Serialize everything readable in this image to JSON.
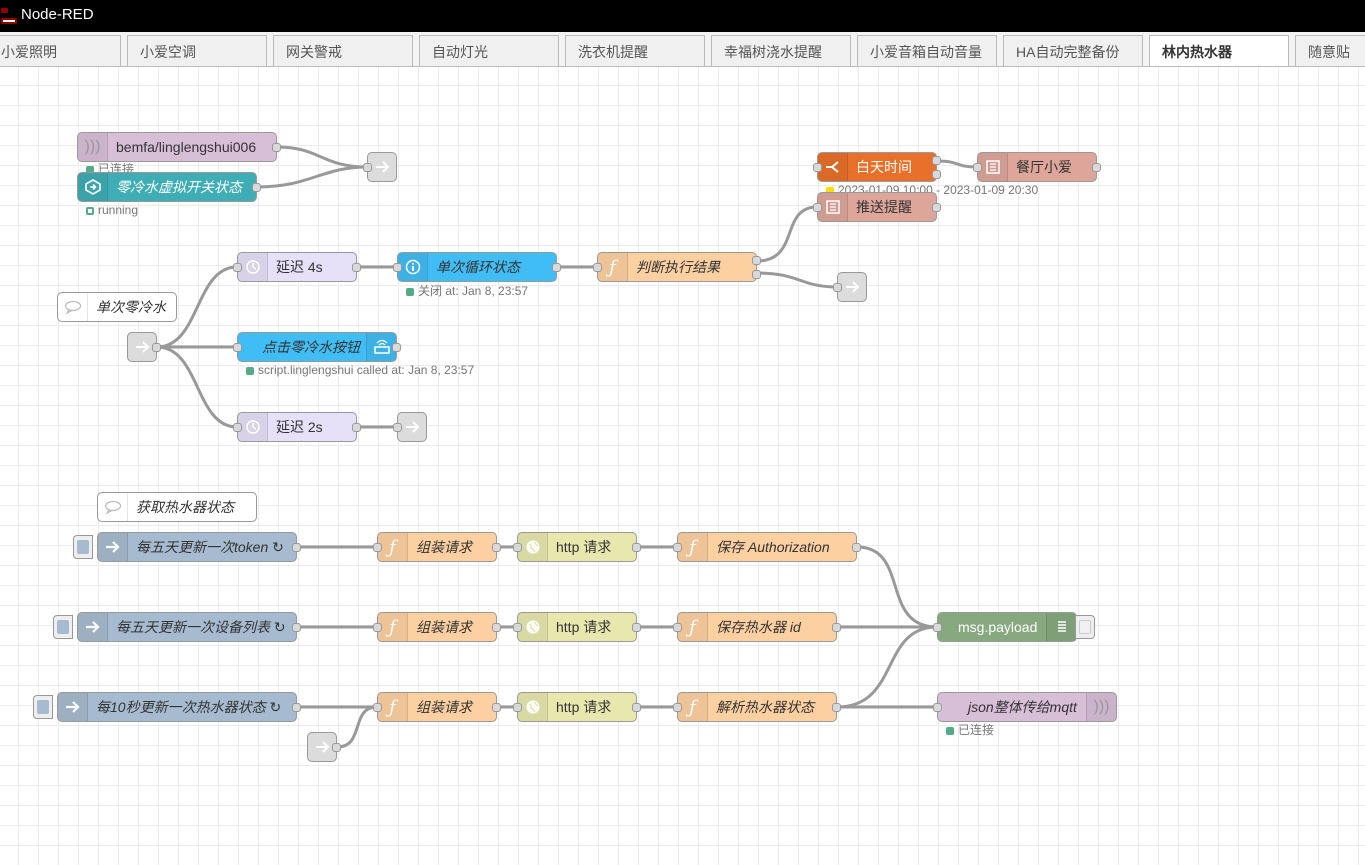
{
  "app": {
    "title": "Node-RED"
  },
  "tabs": [
    {
      "label": "小爱照明"
    },
    {
      "label": "小爱空调"
    },
    {
      "label": "网关警戒"
    },
    {
      "label": "自动灯光"
    },
    {
      "label": "洗衣机提醒"
    },
    {
      "label": "幸福树浇水提醒"
    },
    {
      "label": "小爱音箱自动音量"
    },
    {
      "label": "HA自动完整备份"
    },
    {
      "label": "林内热水器",
      "active": true
    },
    {
      "label": "随意贴"
    }
  ],
  "nodes": {
    "bemfa": {
      "label": "bemfa/linglengshui006",
      "status": "已连接",
      "color": "#d8bfd8"
    },
    "switch_state": {
      "label": "零冷水虚拟开关状态",
      "status": "running",
      "color": "#3fadb5"
    },
    "daytime": {
      "label": "白天时间",
      "status": "2023-01-09 10:00 - 2023-01-09 20:30",
      "color": "#e8702a"
    },
    "canting": {
      "label": "餐厅小爱",
      "color": "#dea59a"
    },
    "push": {
      "label": "推送提醒",
      "color": "#dea59a"
    },
    "delay4": {
      "label": "延迟 4s",
      "color": "#e6e0f8"
    },
    "loop_state": {
      "label": "单次循环状态",
      "status": "关闭 at: Jan 8, 23:57",
      "color": "#41bdf5"
    },
    "judge": {
      "label": "判断执行结果",
      "color": "#fdd0a2"
    },
    "comment1": {
      "label": "单次零冷水"
    },
    "click_btn": {
      "label": "点击零冷水按钮",
      "status": "script.linglengshui called at: Jan 8, 23:57",
      "color": "#41bdf5"
    },
    "delay2": {
      "label": "延迟 2s",
      "color": "#e6e0f8"
    },
    "comment2": {
      "label": "获取热水器状态"
    },
    "inject1": {
      "label": "每五天更新一次token ↻",
      "color": "#a6bbcf"
    },
    "inject2": {
      "label": "每五天更新一次设备列表 ↻",
      "color": "#a6bbcf"
    },
    "inject3": {
      "label": "每10秒更新一次热水器状态 ↻",
      "color": "#a6bbcf"
    },
    "func_a1": {
      "label": "组装请求",
      "color": "#fdd0a2"
    },
    "func_a2": {
      "label": "组装请求",
      "color": "#fdd0a2"
    },
    "func_a3": {
      "label": "组装请求",
      "color": "#fdd0a2"
    },
    "http1": {
      "label": "http 请求",
      "color": "#e7e7ae"
    },
    "http2": {
      "label": "http 请求",
      "color": "#e7e7ae"
    },
    "http3": {
      "label": "http 请求",
      "color": "#e7e7ae"
    },
    "save_auth": {
      "label": "保存 Authorization",
      "color": "#fdd0a2"
    },
    "save_id": {
      "label": "保存热水器 id",
      "color": "#fdd0a2"
    },
    "parse": {
      "label": "解析热水器状态",
      "color": "#fdd0a2"
    },
    "debug": {
      "label": "msg.payload",
      "color": "#87a980"
    },
    "mqtt_out": {
      "label": "json整体传给mqtt",
      "status": "已连接",
      "color": "#d8bfd8"
    }
  },
  "status_colors": {
    "green": "#5a8",
    "yellow": "#fd0"
  }
}
